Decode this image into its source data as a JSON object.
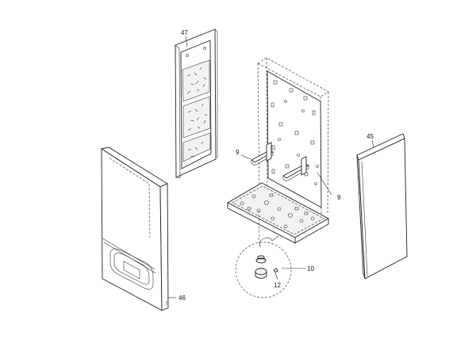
{
  "diagram": {
    "callouts": {
      "c47": "47",
      "c45": "45",
      "c46": "46",
      "c9a": "9",
      "c9b": "9",
      "c10": "10",
      "c12": "12"
    }
  }
}
